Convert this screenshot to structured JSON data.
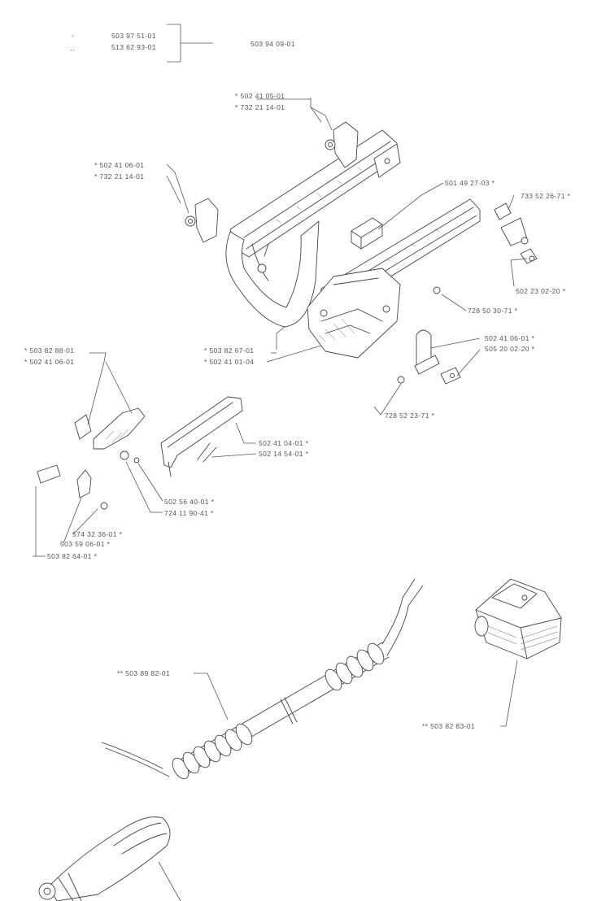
{
  "kit": {
    "items": [
      {
        "marker": "◦",
        "part": "503 97 51-01"
      },
      {
        "marker": "‥",
        "part": "513 62 93-01"
      }
    ],
    "assembly": "503 94 09-01"
  },
  "labels": {
    "l01": "* 502 41 05-01",
    "l02": "* 732 21 14-01",
    "l03": "* 502 41 06-01",
    "l04": "* 732 21 14-01",
    "l05": "501 49 27-03 *",
    "l06": "733 52 26-71 *",
    "l07": "502 23 02-20 *",
    "l08": "728 50 30-71 *",
    "l09": "* 503 82 67-01",
    "l10": "* 502 41 01-04",
    "l11": "502 41 06-01 *",
    "l12": "505 20 02-20 *",
    "l13": "728 52 23-71 *",
    "l14": "* 503 82 88-01",
    "l15": "* 502 41 06-01",
    "l16": "502 41 04-01 *",
    "l17": "502 14 54-01 *",
    "l18": "502 56 40-01 *",
    "l19": "724 11 90-41 *",
    "l20": "574 32 36-01 *",
    "l21": "503 59 06-01 *",
    "l22": "503 82 64-01 *",
    "l23": "** 503 89 82-01",
    "l24": "** 503 82 83-01"
  }
}
